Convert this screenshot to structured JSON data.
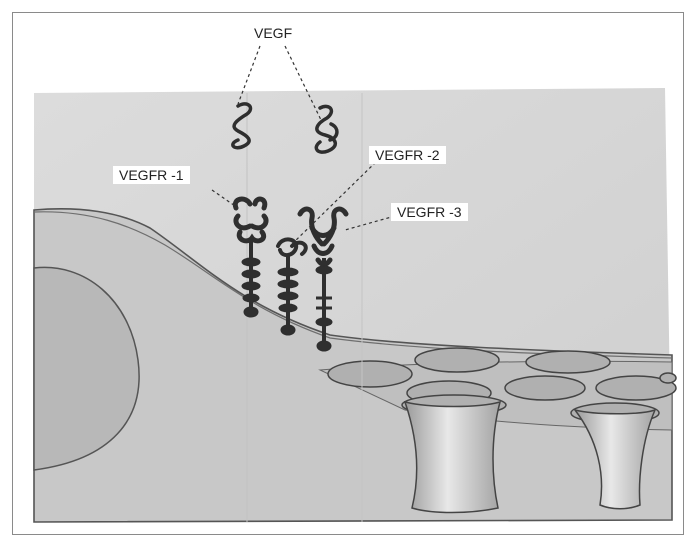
{
  "labels": {
    "vegf": "VEGF",
    "vegfr1": "VEGFR -1",
    "vegfr2": "VEGFR -2",
    "vegfr3": "VEGFR -3"
  },
  "colors": {
    "background": "#ffffff",
    "tissue": "#d6d6d6",
    "cell": "#c9c9c9",
    "nucleus": "#b9b9b9",
    "receptor": "#3a3a3a"
  }
}
